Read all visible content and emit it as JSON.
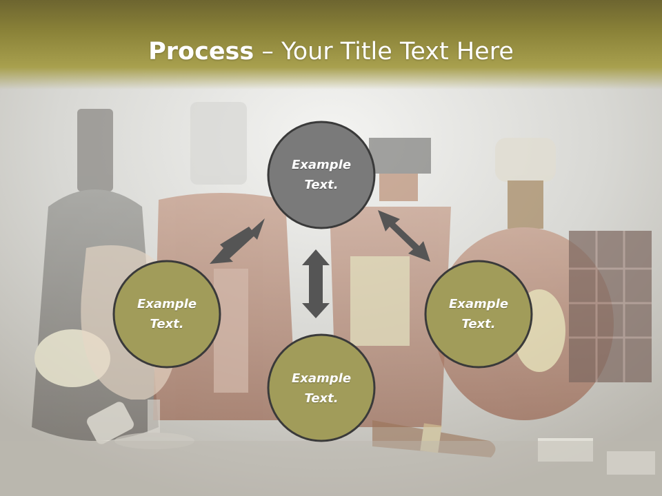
{
  "slide": {
    "title_bold": "Process",
    "title_rest": " – Your Title Text Here"
  },
  "colors": {
    "center_node": "#7a7a7a",
    "outer_node": "#a19c5a",
    "node_stroke": "#3a3a3a",
    "arrow": "#555555"
  },
  "nodes": [
    {
      "id": "top",
      "line1": "Example",
      "line2": "Text."
    },
    {
      "id": "left",
      "line1": "Example",
      "line2": "Text."
    },
    {
      "id": "bottom",
      "line1": "Example",
      "line2": "Text."
    },
    {
      "id": "right",
      "line1": "Example",
      "line2": "Text."
    }
  ],
  "connectors": [
    {
      "from": "top",
      "to": "left",
      "direction": "bidirectional"
    },
    {
      "from": "top",
      "to": "bottom",
      "direction": "bidirectional"
    },
    {
      "from": "top",
      "to": "right",
      "direction": "bidirectional"
    }
  ]
}
